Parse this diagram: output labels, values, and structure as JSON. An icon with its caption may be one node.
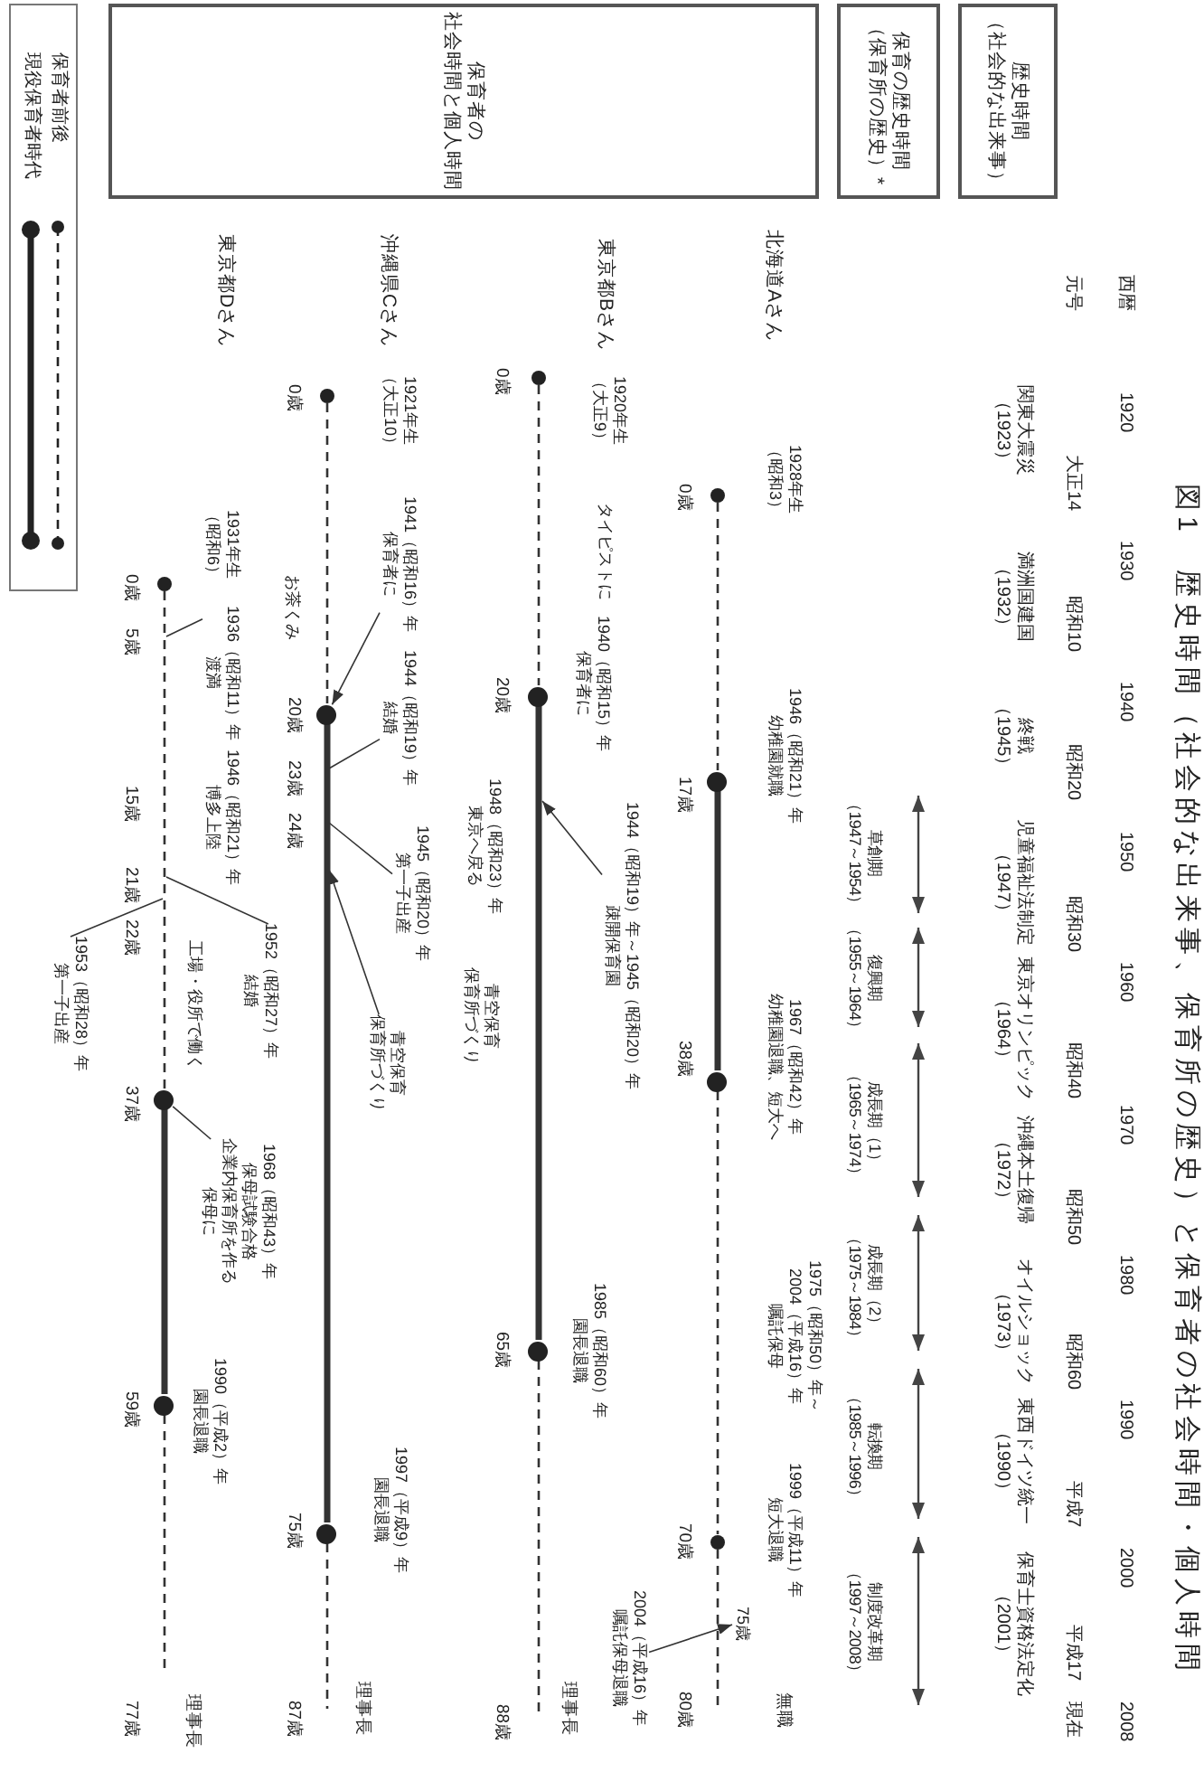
{
  "diagram": {
    "title": "図1　歴史時間（社会的な出来事、保育所の歴史）と保育者の社会時間・個人時間",
    "nodes": [
      {
        "text": [
          "歴史時間",
          "（社会的な出来事）"
        ]
      },
      {
        "text": [
          "保育の歴史時間",
          "（保育所の歴史）*"
        ]
      },
      {
        "text": [
          "保育者の社会時間と個人時間"
        ]
      },
      {
        "text": [],
        "shape": "circle",
        "beside": [
          "0歳",
          "1928年生（昭和3）"
        ]
      },
      {
        "text": [],
        "shape": "circle",
        "beside": [
          "17歳",
          "1946（昭和21）年幼稚園就職"
        ]
      },
      {
        "text": [],
        "shape": "circle",
        "beside": [
          "38歳",
          "1967（昭和42）年幼稚園退職、短大へ"
        ]
      },
      {
        "text": [],
        "shape": "circle",
        "beside": [
          "70歳"
        ]
      },
      {
        "text": [
          "75歳"
        ]
      },
      {
        "text": [
          "2004（平成16）年嘱託保母退職"
        ]
      },
      {
        "text": [],
        "shape": "circle",
        "beside": [
          "0歳",
          "1920年生（大正9）"
        ]
      },
      {
        "text": [],
        "shape": "circle",
        "beside": [
          "20歳",
          "1940（昭和15）年保育者に"
        ]
      },
      {
        "text": [
          "1944（昭和19）年～1945（昭和20）年疎開保育園"
        ]
      },
      {
        "text": [],
        "shape": "circle",
        "beside": [
          "65歳",
          "1985（昭和60）年園長退職"
        ]
      },
      {
        "text": [],
        "shape": "circle",
        "beside": [
          "0歳",
          "1921年生（大正10）"
        ]
      },
      {
        "text": [
          "1941（昭和16）年保育者に"
        ]
      },
      {
        "text": [],
        "shape": "circle",
        "beside": [
          "20歳"
        ]
      },
      {
        "text": [
          "1944（昭和19）年結婚"
        ]
      },
      {
        "text": [
          "1945（昭和20）年第一子出産"
        ]
      },
      {
        "text": [
          "青空保育保育所づくり"
        ]
      },
      {
        "text": [],
        "shape": "circle",
        "beside": [
          "75歳",
          "1997（平成9）年園長退職"
        ]
      },
      {
        "text": [],
        "shape": "circle",
        "beside": [
          "0歳",
          "1931年生（昭和6）"
        ]
      },
      {
        "text": [
          "1936（昭和11）年渡満"
        ]
      },
      {
        "text": [
          "1952（昭和27）年結婚"
        ]
      },
      {
        "text": [
          "1953（昭和28）年第一子出産"
        ]
      },
      {
        "text": [],
        "shape": "circle",
        "beside": [
          "37歳"
        ]
      },
      {
        "text": [
          "1968（昭和43）年保母試験合格企業内保育所を作る保母に"
        ]
      },
      {
        "text": [],
        "shape": "circle",
        "beside": [
          "59歳",
          "1990（平成2）年園長退職"
        ]
      }
    ],
    "edges": [
      {
        "from": 3,
        "to": 4,
        "arrow": "none",
        "style": "dashed"
      },
      {
        "from": 4,
        "to": 5,
        "arrow": "none",
        "style": "thick"
      },
      {
        "from": 5,
        "to": 6,
        "arrow": "none",
        "style": "dashed"
      },
      {
        "from": 6,
        "to": null,
        "arrow": "none",
        "style": "dashed"
      },
      {
        "from": 8,
        "to": 7,
        "arrow": "to"
      },
      {
        "from": 9,
        "to": 10,
        "arrow": "none",
        "style": "dashed"
      },
      {
        "from": 10,
        "to": 12,
        "arrow": "none",
        "style": "thick"
      },
      {
        "from": 12,
        "to": null,
        "arrow": "none",
        "style": "dashed"
      },
      {
        "from": 11,
        "to": null,
        "arrow": "to"
      },
      {
        "from": 13,
        "to": 15,
        "arrow": "none",
        "style": "dashed"
      },
      {
        "from": 15,
        "to": 19,
        "arrow": "none",
        "style": "thick"
      },
      {
        "from": 19,
        "to": null,
        "arrow": "none",
        "style": "dashed"
      },
      {
        "from": 14,
        "to": 15,
        "arrow": "to"
      },
      {
        "from": 16,
        "to": null,
        "arrow": "none"
      },
      {
        "from": 17,
        "to": null,
        "arrow": "none"
      },
      {
        "from": 18,
        "to": null,
        "arrow": "to"
      },
      {
        "from": 20,
        "to": 24,
        "arrow": "none",
        "style": "dashed"
      },
      {
        "from": 24,
        "to": 26,
        "arrow": "none",
        "style": "thick"
      },
      {
        "from": 26,
        "to": null,
        "arrow": "none",
        "style": "dashed"
      },
      {
        "from": 21,
        "to": null,
        "arrow": "none"
      },
      {
        "from": 22,
        "to": null,
        "arrow": "none"
      },
      {
        "from": 23,
        "to": null,
        "arrow": "none"
      },
      {
        "from": 25,
        "to": 24,
        "arrow": "none"
      }
    ],
    "labels": [
      "西暦",
      "1920",
      "1930",
      "1940",
      "1950",
      "1960",
      "1970",
      "1980",
      "1990",
      "2000",
      "2008",
      "元号",
      "大正14",
      "昭和10",
      "昭和20",
      "昭和30",
      "昭和40",
      "昭和50",
      "昭和60",
      "平成7",
      "平成17",
      "現在",
      "関東大震災（1923）",
      "満洲国建国（1932）",
      "終戦（1945）",
      "児童福祉法制定（1947）",
      "東京オリンピック（1964）",
      "沖縄本土復帰（1972）",
      "オイルショック（1973）",
      "東西ドイツ統一（1990）",
      "保育士資格法定化（2001）",
      "草創期（1947～1954）",
      "復興期（1955～1964）",
      "成長期（1）（1965～1974）",
      "成長期（2）（1975～1984）",
      "転換期（1985～1996）",
      "制度改革期（1997～2008）",
      "北海道Aさん",
      "1975（昭和50）年～2004（平成16）年嘱託保母",
      "1999（平成11）年短大退職",
      "無職",
      "80歳",
      "東京都Bさん",
      "タイピストに",
      "1948（昭和23）年東京へ戻る",
      "青空保育保育所づくり",
      "理事長",
      "88歳",
      "沖縄県Cさん",
      "お茶くみ",
      "23歳",
      "24歳",
      "理事長",
      "87歳",
      "東京都Dさん",
      "5歳",
      "1946（昭和21）年博多上陸",
      "15歳",
      "21歳",
      "22歳",
      "工場・役所で働く",
      "理事長",
      "77歳"
    ],
    "legend": [
      {
        "text": "保育者前後"
      },
      {
        "text": "現役保育者時代"
      }
    ]
  }
}
